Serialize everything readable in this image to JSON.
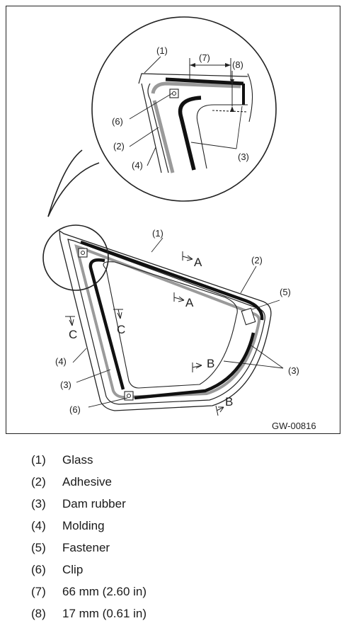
{
  "figure_code": "GW-00816",
  "callouts": {
    "glass": "(1)",
    "adhesive": "(2)",
    "dam_rubber": "(3)",
    "molding": "(4)",
    "fastener": "(5)",
    "clip": "(6)",
    "dim_66": "(7)",
    "dim_17": "(8)"
  },
  "section_marks": {
    "a": "A",
    "b": "B",
    "c": "C"
  },
  "legend": [
    {
      "num": "(1)",
      "text": "Glass"
    },
    {
      "num": "(2)",
      "text": "Adhesive"
    },
    {
      "num": "(3)",
      "text": "Dam rubber"
    },
    {
      "num": "(4)",
      "text": "Molding"
    },
    {
      "num": "(5)",
      "text": "Fastener"
    },
    {
      "num": "(6)",
      "text": "Clip"
    },
    {
      "num": "(7)",
      "text": "66 mm (2.60 in)"
    },
    {
      "num": "(8)",
      "text": "17 mm (0.61 in)"
    }
  ],
  "colors": {
    "line": "#222222",
    "adhesive": "#9a9a9a",
    "dam_rubber": "#111111"
  }
}
